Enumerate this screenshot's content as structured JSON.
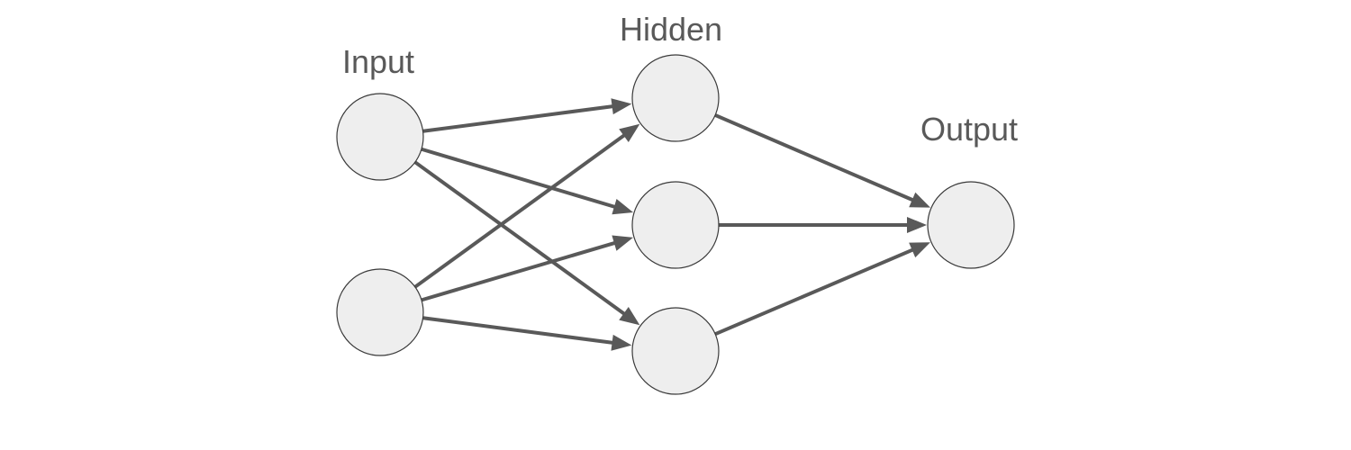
{
  "diagram": {
    "layers": [
      {
        "id": "input",
        "label": "Input",
        "nodes": [
          "in1",
          "in2"
        ]
      },
      {
        "id": "hidden",
        "label": "Hidden",
        "nodes": [
          "h1",
          "h2",
          "h3"
        ]
      },
      {
        "id": "output",
        "label": "Output",
        "nodes": [
          "out1"
        ]
      }
    ],
    "edges": [
      {
        "from": "in1",
        "to": "h1"
      },
      {
        "from": "in1",
        "to": "h2"
      },
      {
        "from": "in1",
        "to": "h3"
      },
      {
        "from": "in2",
        "to": "h1"
      },
      {
        "from": "in2",
        "to": "h2"
      },
      {
        "from": "in2",
        "to": "h3"
      },
      {
        "from": "h1",
        "to": "out1"
      },
      {
        "from": "h2",
        "to": "out1"
      },
      {
        "from": "h3",
        "to": "out1"
      }
    ],
    "colors": {
      "node_fill": "#eeeeee",
      "node_stroke": "#3a3a3a",
      "edge": "#595959",
      "label": "#595959"
    }
  }
}
